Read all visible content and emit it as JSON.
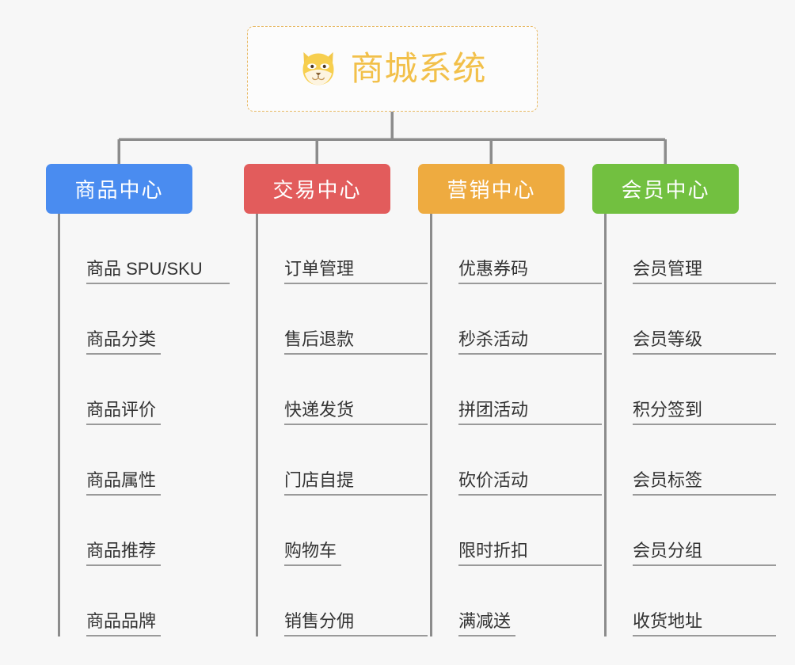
{
  "root": {
    "title": "商城系统",
    "icon": "shiba-dog-face-icon",
    "border_color": "#e8b964",
    "text_color": "#f2c04a"
  },
  "connector_color": "#8c8c8c",
  "canvas_background": "#f7f7f7",
  "branches": [
    {
      "label": "商品中心",
      "color": "#4a8cf0",
      "items": [
        "商品 SPU/SKU",
        "商品分类",
        "商品评价",
        "商品属性",
        "商品推荐",
        "商品品牌"
      ]
    },
    {
      "label": "交易中心",
      "color": "#e25c5c",
      "items": [
        "订单管理",
        "售后退款",
        "快递发货",
        "门店自提",
        "购物车",
        "销售分佣"
      ]
    },
    {
      "label": "营销中心",
      "color": "#eeab40",
      "items": [
        "优惠券码",
        "秒杀活动",
        "拼团活动",
        "砍价活动",
        "限时折扣",
        "满减送"
      ]
    },
    {
      "label": "会员中心",
      "color": "#72c040",
      "items": [
        "会员管理",
        "会员等级",
        "积分签到",
        "会员标签",
        "会员分组",
        "收货地址"
      ]
    }
  ]
}
